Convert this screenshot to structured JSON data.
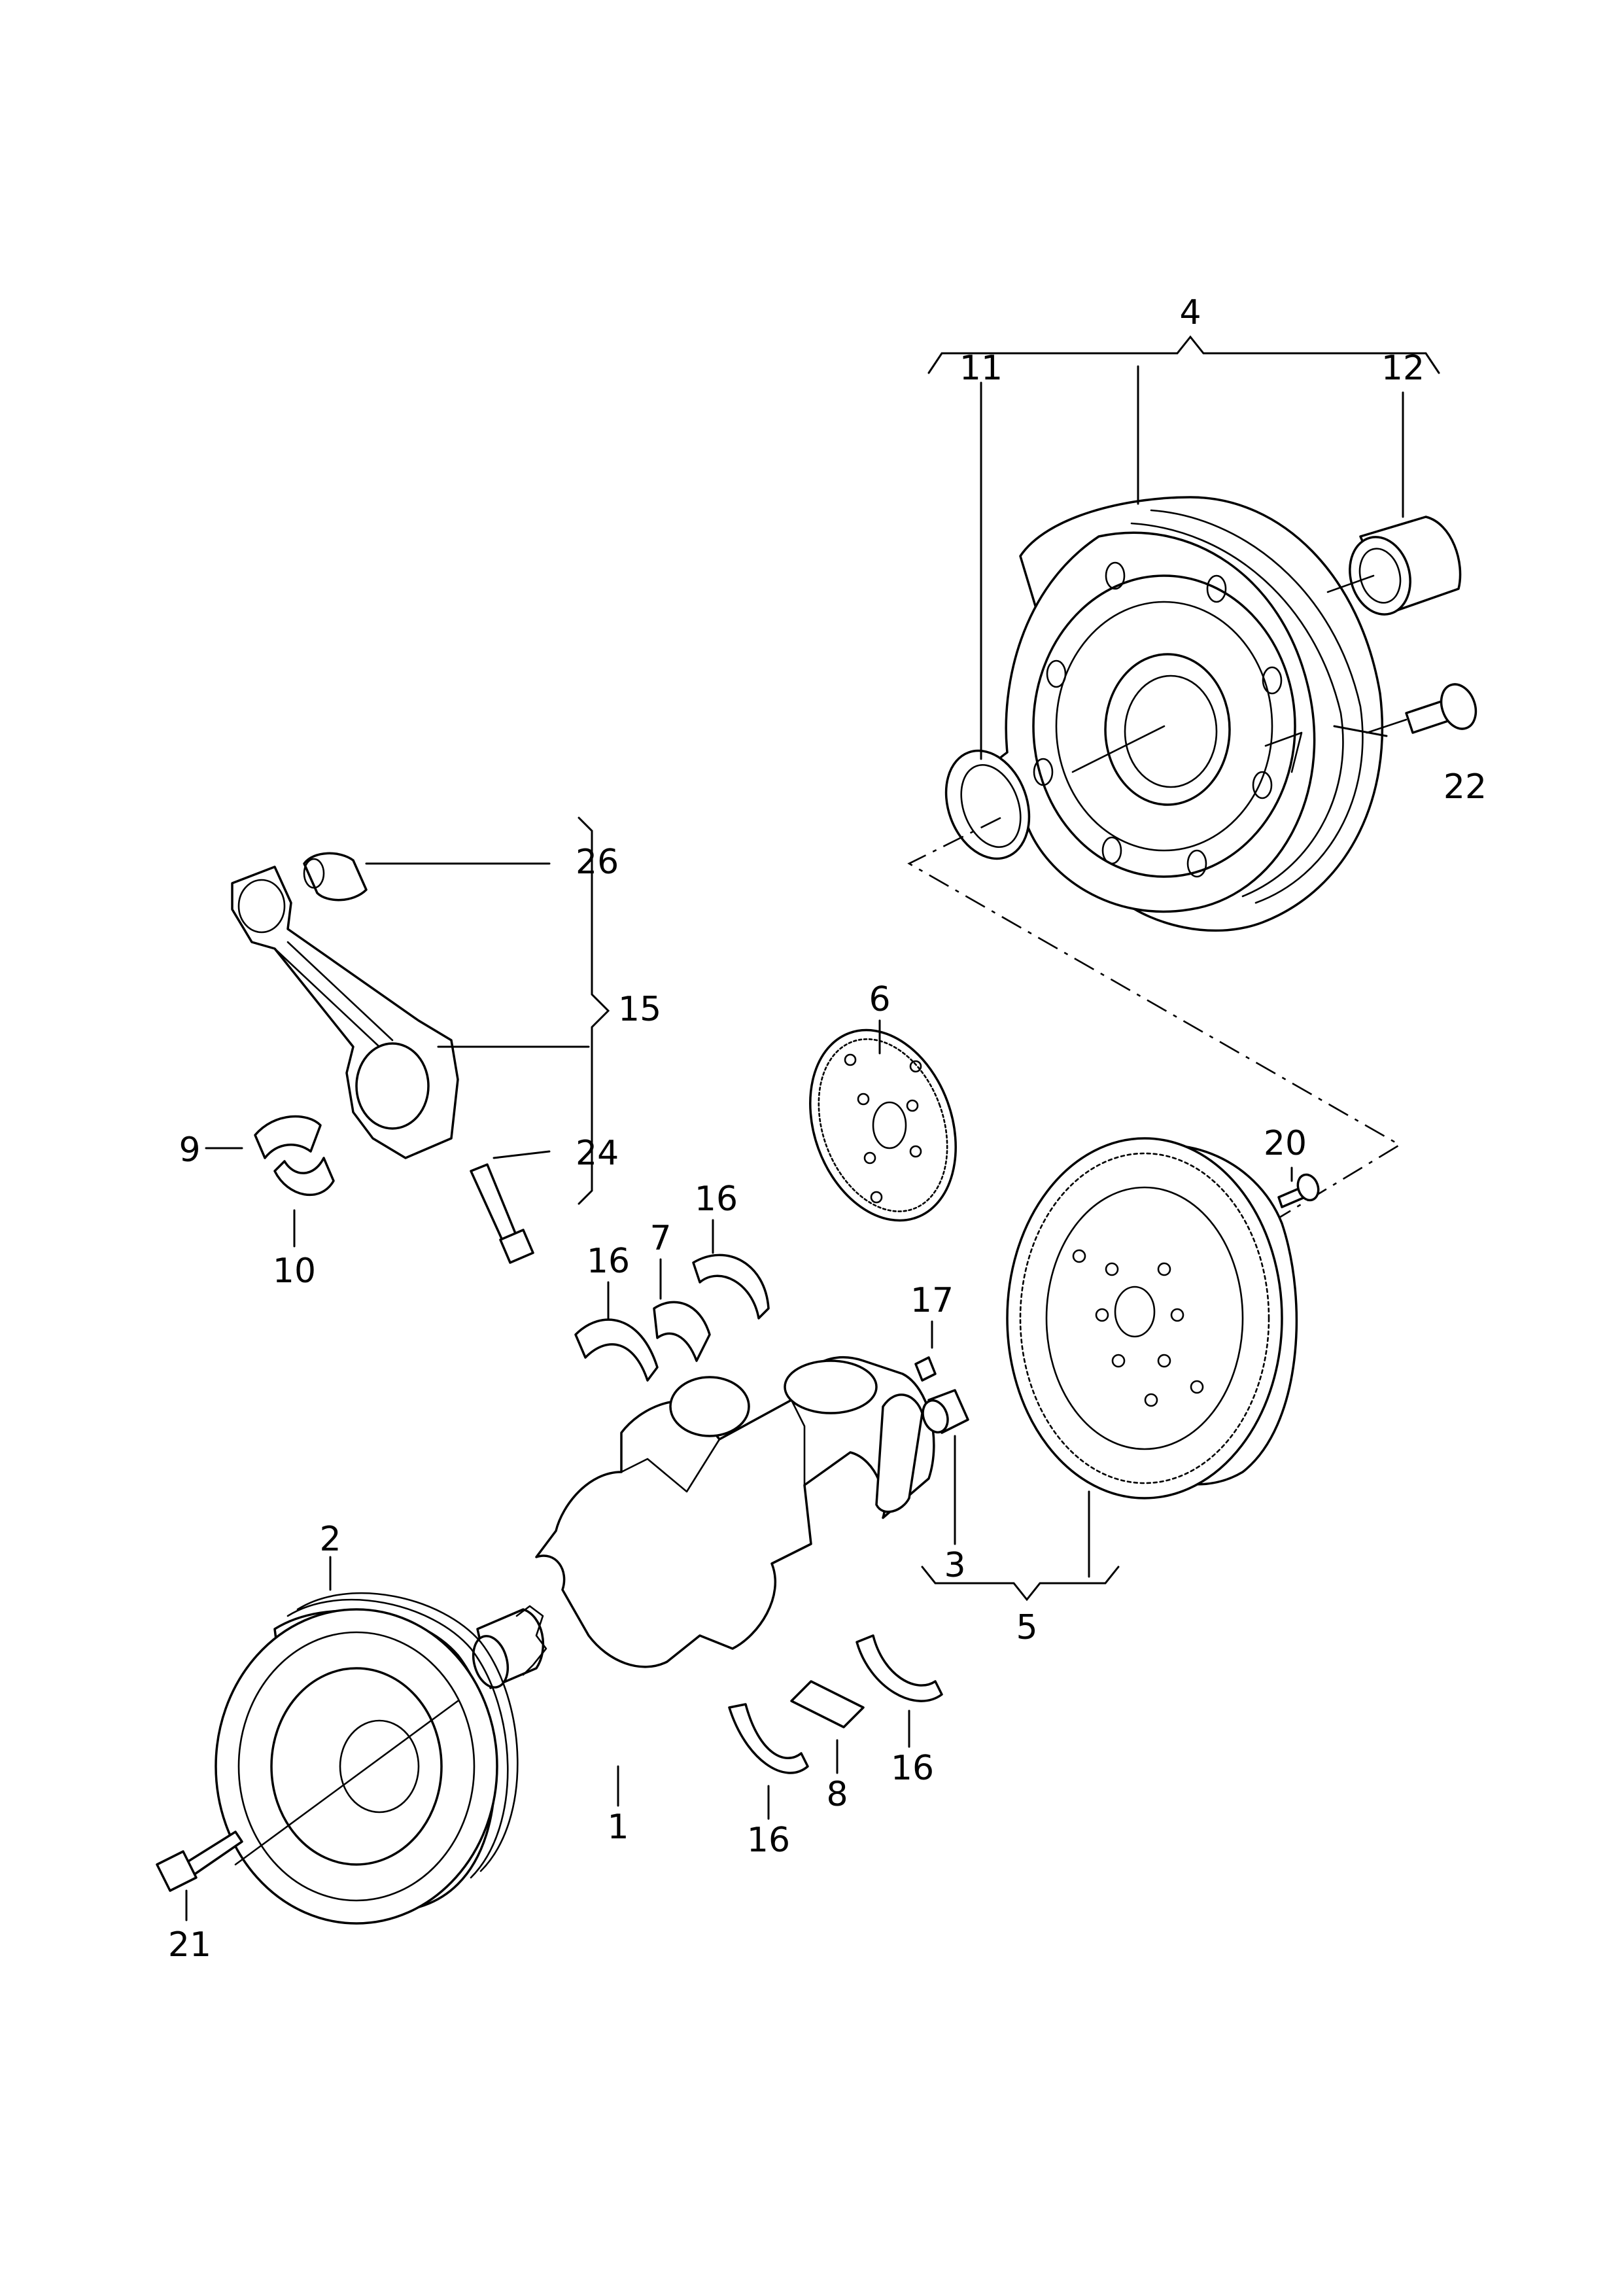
{
  "callouts": {
    "c1": "1",
    "c2": "2",
    "c3": "3",
    "c4": "4",
    "c5": "5",
    "c6": "6",
    "c7": "7",
    "c8": "8",
    "c9": "9",
    "c10": "10",
    "c11": "11",
    "c12": "12",
    "c15": "15",
    "c16a": "16",
    "c16b": "16",
    "c16c": "16",
    "c16d": "16",
    "c17": "17",
    "c20": "20",
    "c21": "21",
    "c22": "22",
    "c24": "24",
    "c26": "26"
  }
}
